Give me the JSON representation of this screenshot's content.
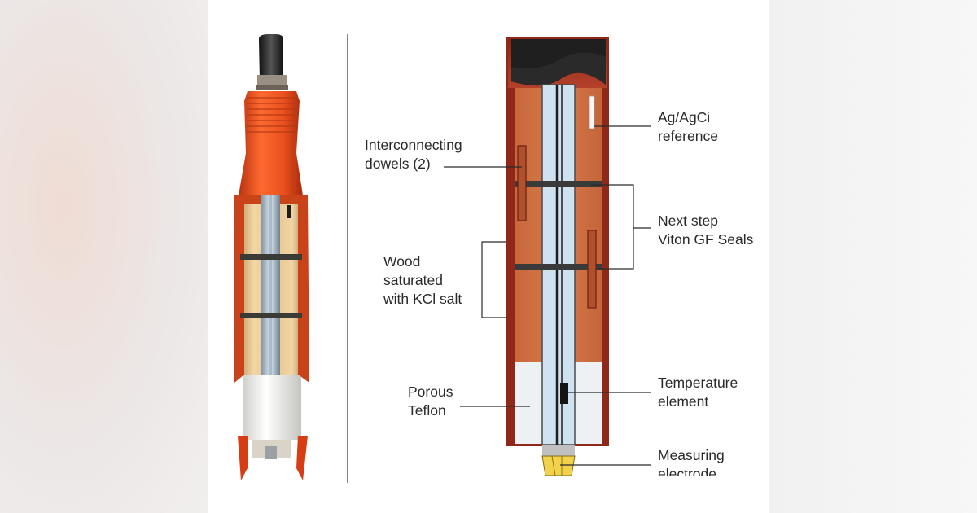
{
  "labels": {
    "interconnecting_l1": "Interconnecting",
    "interconnecting_l2": "dowels (2)",
    "wood_l1": "Wood",
    "wood_l2": "saturated",
    "wood_l3": "with KCl salt",
    "porous_l1": "Porous",
    "porous_l2": "Teflon",
    "reference_l1": "Ag/AgCi",
    "reference_l2": "reference",
    "seals_l1": "Next step",
    "seals_l2": "Viton GF Seals",
    "temp_l1": "Temperature",
    "temp_l2": "element",
    "measuring_l1": "Measuring",
    "measuring_l2": "electrode"
  },
  "colors": {
    "probe_orange": "#e8501e",
    "wood_brown": "#c96a3a",
    "housing_dark": "#7a1f12",
    "cap_black": "#1f1f1f",
    "electrode_blue": "#cfe2ef",
    "teflon_white": "#eef1f4",
    "tip_yellow": "#f1d24a"
  }
}
